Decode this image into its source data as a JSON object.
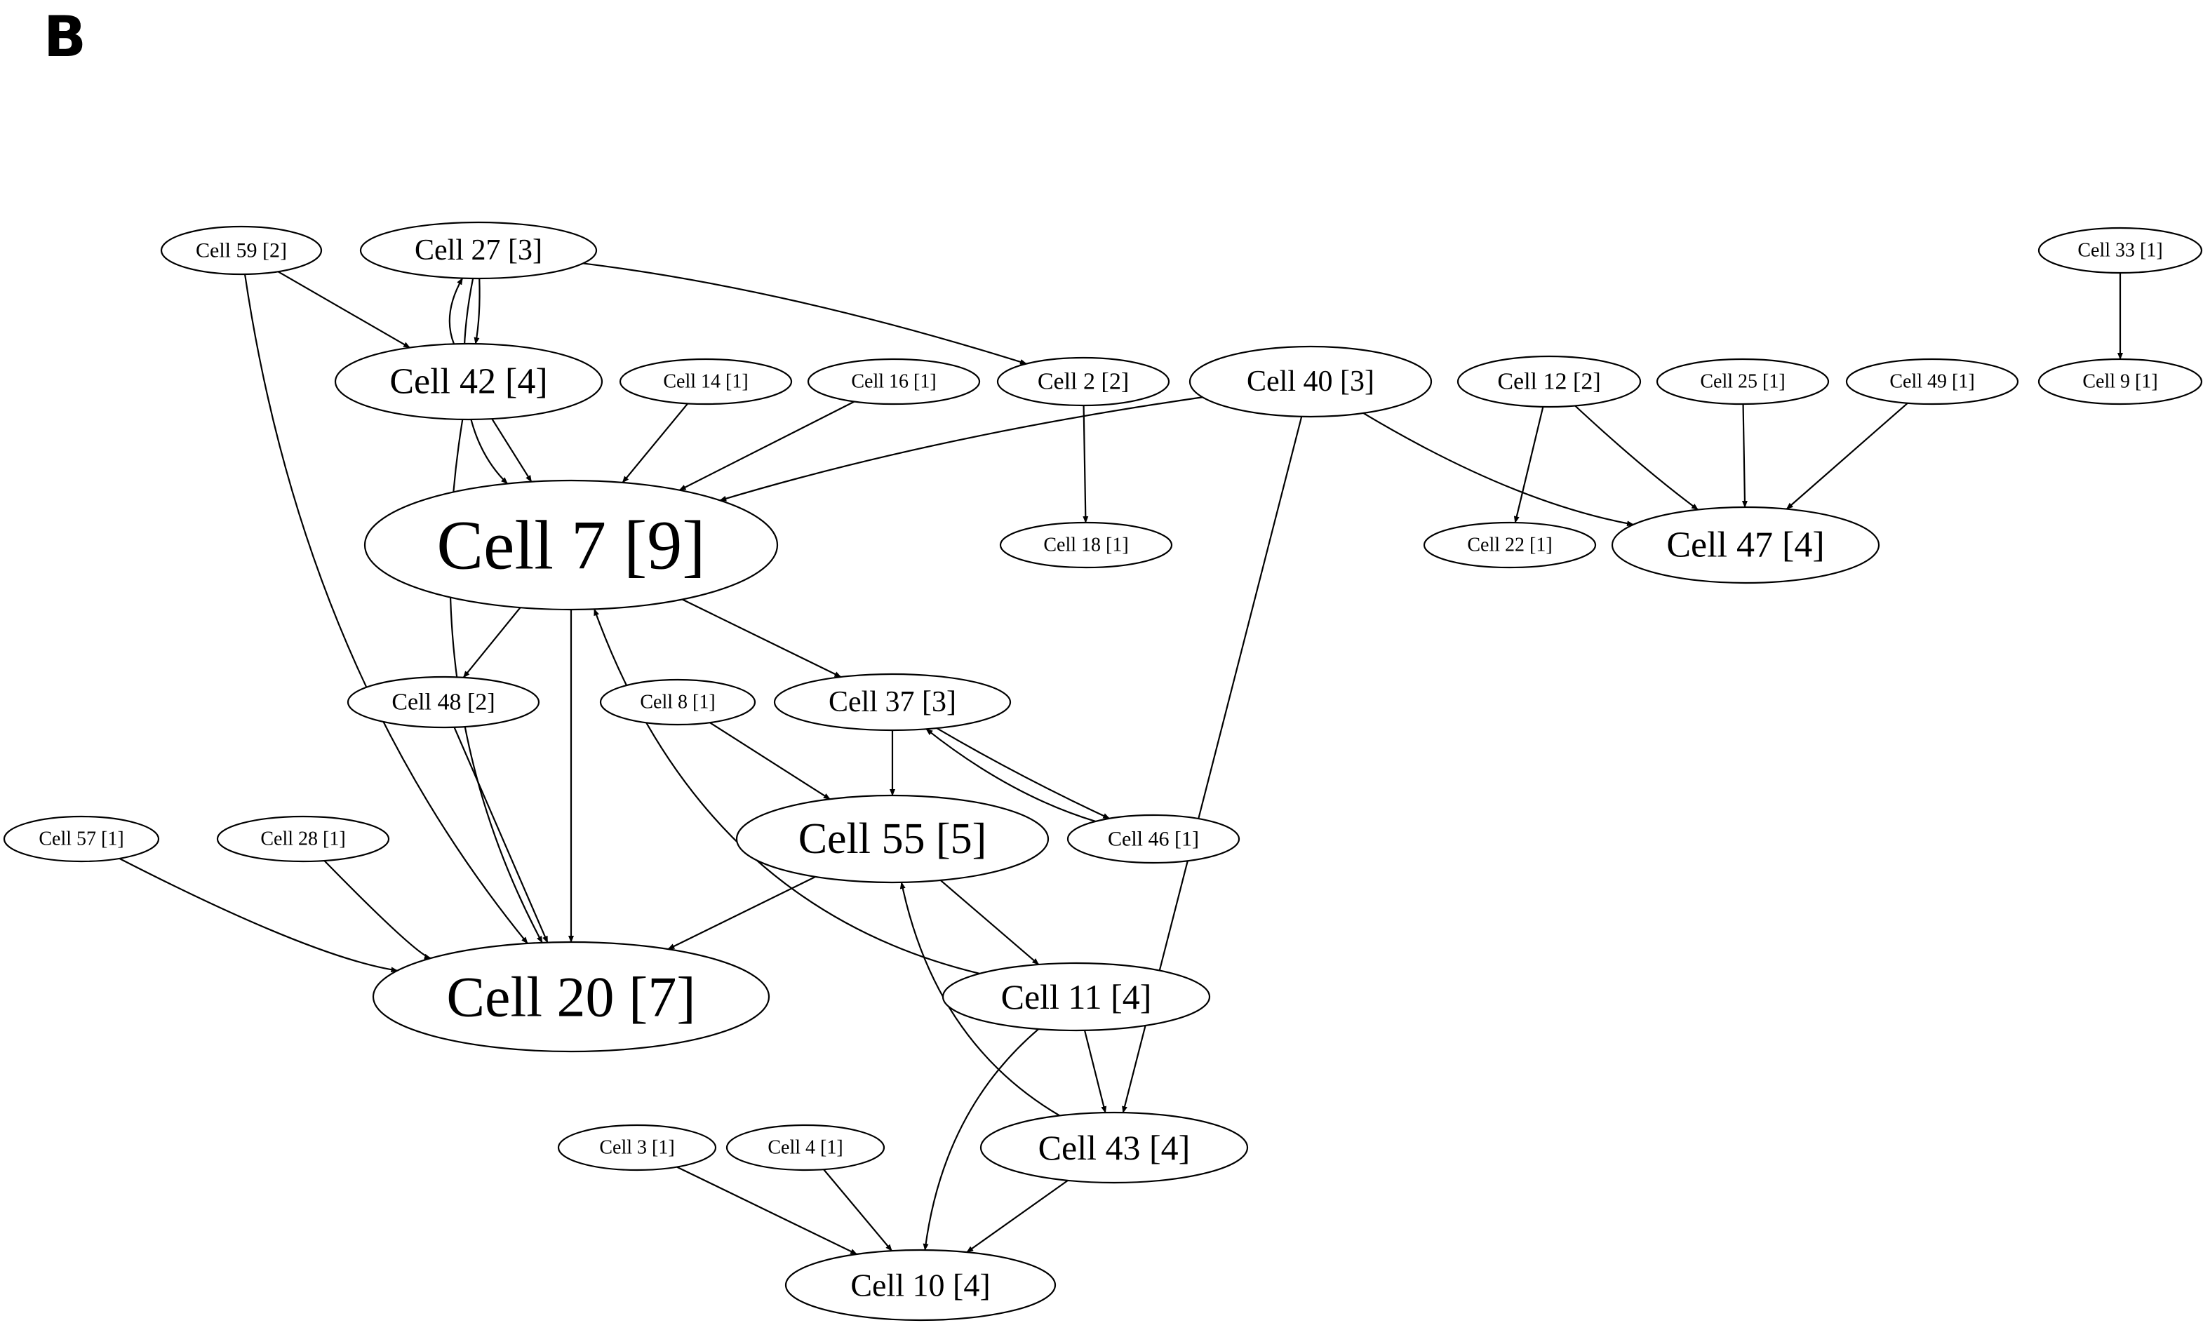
{
  "panel_label": "B",
  "nodes": [
    {
      "id": "c59",
      "label": "Cell 59 [2]"
    },
    {
      "id": "c27",
      "label": "Cell 27 [3]"
    },
    {
      "id": "c33",
      "label": "Cell 33 [1]"
    },
    {
      "id": "c42",
      "label": "Cell 42 [4]"
    },
    {
      "id": "c14",
      "label": "Cell 14 [1]"
    },
    {
      "id": "c16",
      "label": "Cell 16 [1]"
    },
    {
      "id": "c2",
      "label": "Cell 2 [2]"
    },
    {
      "id": "c40",
      "label": "Cell 40 [3]"
    },
    {
      "id": "c12",
      "label": "Cell 12 [2]"
    },
    {
      "id": "c25",
      "label": "Cell 25 [1]"
    },
    {
      "id": "c49",
      "label": "Cell 49 [1]"
    },
    {
      "id": "c9",
      "label": "Cell 9 [1]"
    },
    {
      "id": "c7",
      "label": "Cell 7 [9]"
    },
    {
      "id": "c18",
      "label": "Cell 18 [1]"
    },
    {
      "id": "c22",
      "label": "Cell 22 [1]"
    },
    {
      "id": "c47",
      "label": "Cell 47 [4]"
    },
    {
      "id": "c48",
      "label": "Cell 48 [2]"
    },
    {
      "id": "c8",
      "label": "Cell 8 [1]"
    },
    {
      "id": "c37",
      "label": "Cell 37 [3]"
    },
    {
      "id": "c57",
      "label": "Cell 57 [1]"
    },
    {
      "id": "c28",
      "label": "Cell 28 [1]"
    },
    {
      "id": "c55",
      "label": "Cell 55 [5]"
    },
    {
      "id": "c46",
      "label": "Cell 46 [1]"
    },
    {
      "id": "c20",
      "label": "Cell 20 [7]"
    },
    {
      "id": "c11",
      "label": "Cell 11 [4]"
    },
    {
      "id": "c3",
      "label": "Cell 3 [1]"
    },
    {
      "id": "c4",
      "label": "Cell 4 [1]"
    },
    {
      "id": "c43",
      "label": "Cell 43 [4]"
    },
    {
      "id": "c10",
      "label": "Cell 10 [4]"
    }
  ],
  "edges": [
    {
      "from": "c59",
      "to": "c42"
    },
    {
      "from": "c59",
      "to": "c20"
    },
    {
      "from": "c27",
      "to": "c42"
    },
    {
      "from": "c42",
      "to": "c27"
    },
    {
      "from": "c27",
      "to": "c7"
    },
    {
      "from": "c27",
      "to": "c2"
    },
    {
      "from": "c33",
      "to": "c9"
    },
    {
      "from": "c42",
      "to": "c7"
    },
    {
      "from": "c42",
      "to": "c20"
    },
    {
      "from": "c14",
      "to": "c7"
    },
    {
      "from": "c16",
      "to": "c7"
    },
    {
      "from": "c2",
      "to": "c18"
    },
    {
      "from": "c40",
      "to": "c7"
    },
    {
      "from": "c40",
      "to": "c47"
    },
    {
      "from": "c40",
      "to": "c43"
    },
    {
      "from": "c12",
      "to": "c22"
    },
    {
      "from": "c12",
      "to": "c47"
    },
    {
      "from": "c25",
      "to": "c47"
    },
    {
      "from": "c49",
      "to": "c47"
    },
    {
      "from": "c7",
      "to": "c48"
    },
    {
      "from": "c7",
      "to": "c20"
    },
    {
      "from": "c7",
      "to": "c37"
    },
    {
      "from": "c48",
      "to": "c20"
    },
    {
      "from": "c8",
      "to": "c55"
    },
    {
      "from": "c37",
      "to": "c55"
    },
    {
      "from": "c37",
      "to": "c46"
    },
    {
      "from": "c46",
      "to": "c37"
    },
    {
      "from": "c57",
      "to": "c20"
    },
    {
      "from": "c28",
      "to": "c20"
    },
    {
      "from": "c55",
      "to": "c20"
    },
    {
      "from": "c55",
      "to": "c11"
    },
    {
      "from": "c11",
      "to": "c7"
    },
    {
      "from": "c11",
      "to": "c43"
    },
    {
      "from": "c11",
      "to": "c10"
    },
    {
      "from": "c43",
      "to": "c55"
    },
    {
      "from": "c43",
      "to": "c10"
    },
    {
      "from": "c3",
      "to": "c10"
    },
    {
      "from": "c4",
      "to": "c10"
    }
  ]
}
